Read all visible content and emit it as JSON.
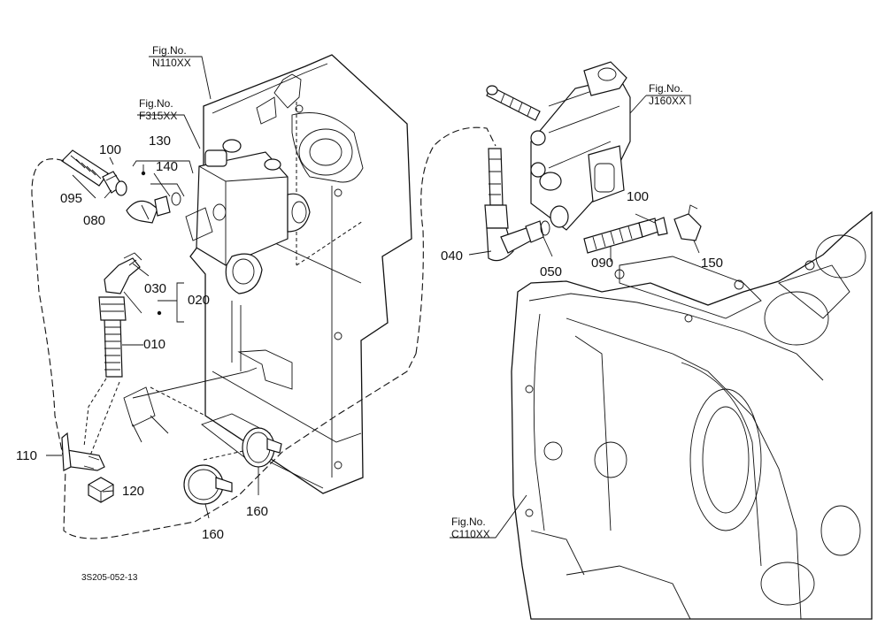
{
  "figure_refs": [
    {
      "id": "n110",
      "line1": "Fig.No.",
      "line2": "N110XX"
    },
    {
      "id": "f315",
      "line1": "Fig.No.",
      "line2": "F315XX"
    },
    {
      "id": "j160",
      "line1": "Fig.No.",
      "line2": "J160XX"
    },
    {
      "id": "c110",
      "line1": "Fig.No.",
      "line2": "C110XX"
    }
  ],
  "part_labels": {
    "p010": "010",
    "p020": "020",
    "p030": "030",
    "p040": "040",
    "p050": "050",
    "p080": "080",
    "p090": "090",
    "p095": "095",
    "p100a": "100",
    "p100b": "100",
    "p110": "110",
    "p120": "120",
    "p130": "130",
    "p140": "140",
    "p150": "150",
    "p160a": "160",
    "p160b": "160"
  },
  "drawing_code": "3S205-052-13"
}
